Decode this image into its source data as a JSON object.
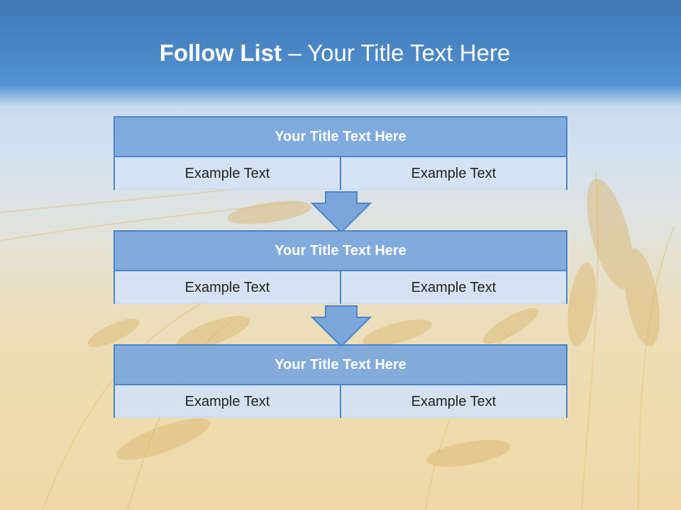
{
  "title": {
    "bold": "Follow List",
    "rest": " – Your Title Text Here"
  },
  "blocks": [
    {
      "title": "Your Title Text Here",
      "left": "Example Text",
      "right": "Example Text"
    },
    {
      "title": "Your Title Text Here",
      "left": "Example Text",
      "right": "Example Text"
    },
    {
      "title": "Your Title Text Here",
      "left": "Example Text",
      "right": "Example Text"
    }
  ],
  "colors": {
    "header": "#4a86c6",
    "block_head": "#78a6dc",
    "block_cell": "#d4e1f4",
    "border": "#4a86c8"
  }
}
